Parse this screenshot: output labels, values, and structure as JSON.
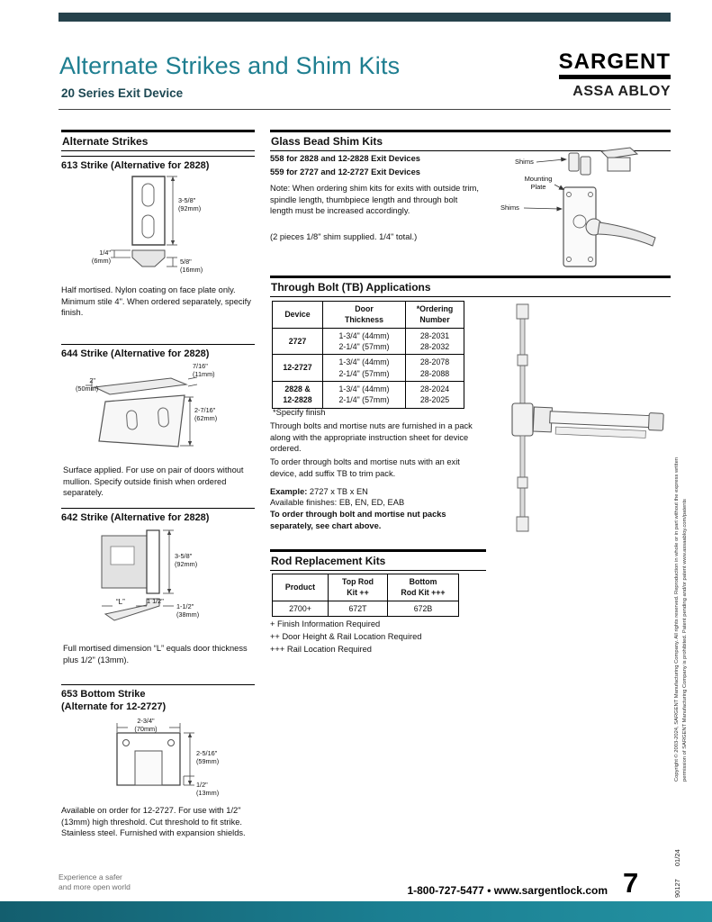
{
  "header": {
    "title": "Alternate Strikes and Shim Kits",
    "subtitle": "20 Series Exit Device",
    "brand_sargent": "SARGENT",
    "brand_assa": "ASSA ABLOY"
  },
  "left": {
    "section_heading": "Alternate Strikes",
    "strike_613": {
      "title": "613 Strike (Alternative for 2828)",
      "dim_height": "3-5/8\"\n(92mm)",
      "dim_lip": "1/4\"\n(6mm)",
      "dim_depth": "5/8\"\n(16mm)",
      "description": "Half mortised. Nylon coating on face plate only. Minimum stile 4\". When ordered separately, specify finish."
    },
    "strike_644": {
      "title": "644 Strike (Alternative for 2828)",
      "dim_top": "7/16\"\n(11mm)",
      "dim_width": "2\"\n(50mm)",
      "dim_height": "2-7/16\"\n(62mm)",
      "description": "Surface applied. For use on pair of doors without mullion. Specify outside finish when ordered separately."
    },
    "strike_642": {
      "title": "642 Strike (Alternative for 2828)",
      "dim_height": "3-5/8\"\n(92mm)",
      "dim_l": "“L”",
      "dim_small": "1 1/2\"",
      "dim_lip": "1-1/2\"\n(38mm)",
      "description": "Full mortised dimension “L” equals door thickness plus 1/2\" (13mm)."
    },
    "strike_653": {
      "title_line1": "653 Bottom Strike",
      "title_line2": "(Alternate for 12-2727)",
      "dim_width": "2-3/4\"\n(70mm)",
      "dim_height": "2-5/16\"\n(59mm)",
      "dim_lip": "1/2\"\n(13mm)",
      "description": "Available on order for 12-2727. For use with 1/2\" (13mm) high threshold. Cut threshold to fit strike. Stainless steel. Furnished with expansion shields."
    }
  },
  "glass_bead": {
    "heading": "Glass Bead Shim Kits",
    "kit_558": "558 for 2828 and 12-2828 Exit Devices",
    "kit_559": "559 for 2727 and 12-2727 Exit Devices",
    "note": "Note: When ordering shim kits for exits with outside trim, spindle length, thumbpiece length and through bolt length must be increased accordingly.",
    "supplied": "(2 pieces 1/8\" shim supplied. 1/4\" total.)",
    "label_shims_top": "Shims",
    "label_mounting_plate": "Mounting\nPlate",
    "label_shims_bottom": "Shims"
  },
  "through_bolt": {
    "heading": "Through Bolt (TB) Applications",
    "col_device": "Device",
    "col_thickness": "Door\nThickness",
    "col_ordering": "*Ordering\nNumber",
    "rows": [
      {
        "device": "2727",
        "thickness": "1-3/4\" (44mm)\n2-1/4\" (57mm)",
        "ordering": "28-2031\n28-2032"
      },
      {
        "device": "12-2727",
        "thickness": "1-3/4\" (44mm)\n2-1/4\" (57mm)",
        "ordering": "28-2078\n28-2088"
      },
      {
        "device": "2828 &\n12-2828",
        "thickness": "1-3/4\" (44mm)\n2-1/4\" (57mm)",
        "ordering": "28-2024\n28-2025"
      }
    ],
    "specify": "*Specify finish",
    "para1": "Through bolts and mortise nuts are furnished in a pack along with the appropriate instruction sheet for device ordered.",
    "para2": "To order through bolts and mortise nuts with an exit device, add suffix TB to trim pack.",
    "example_label": "Example:",
    "example_value": " 2727 x TB x EN",
    "finishes": "Available finishes: EB, EN, ED, EAB",
    "para3": "To order through bolt and mortise nut packs separately, see chart above."
  },
  "rod_kits": {
    "heading": "Rod Replacement Kits",
    "col_product": "Product",
    "col_top": "Top Rod\nKit ++",
    "col_bottom": "Bottom\nRod Kit +++",
    "row": {
      "product": "2700+",
      "top": "672T",
      "bottom": "672B"
    },
    "note1": "+ Finish Information Required",
    "note2": "++ Door Height & Rail Location Required",
    "note3": "+++ Rail Location Required"
  },
  "footer": {
    "tagline1": "Experience a safer",
    "tagline2": "and more open world",
    "phone": "1-800-727-5477",
    "bullet": "•",
    "website": "www.sargentlock.com",
    "page_number": "7",
    "doc_code": "90127",
    "doc_date": "01/24"
  },
  "copyright": {
    "line1": "Copyright © 2003-2024, SARGENT Manufacturing Company. All rights reserved. Reproduction in whole or in part without the express written",
    "line2": "permission of SARGENT Manufacturing Company is prohibited. Patent pending and/or patent www.assaabloy.com/patents"
  }
}
